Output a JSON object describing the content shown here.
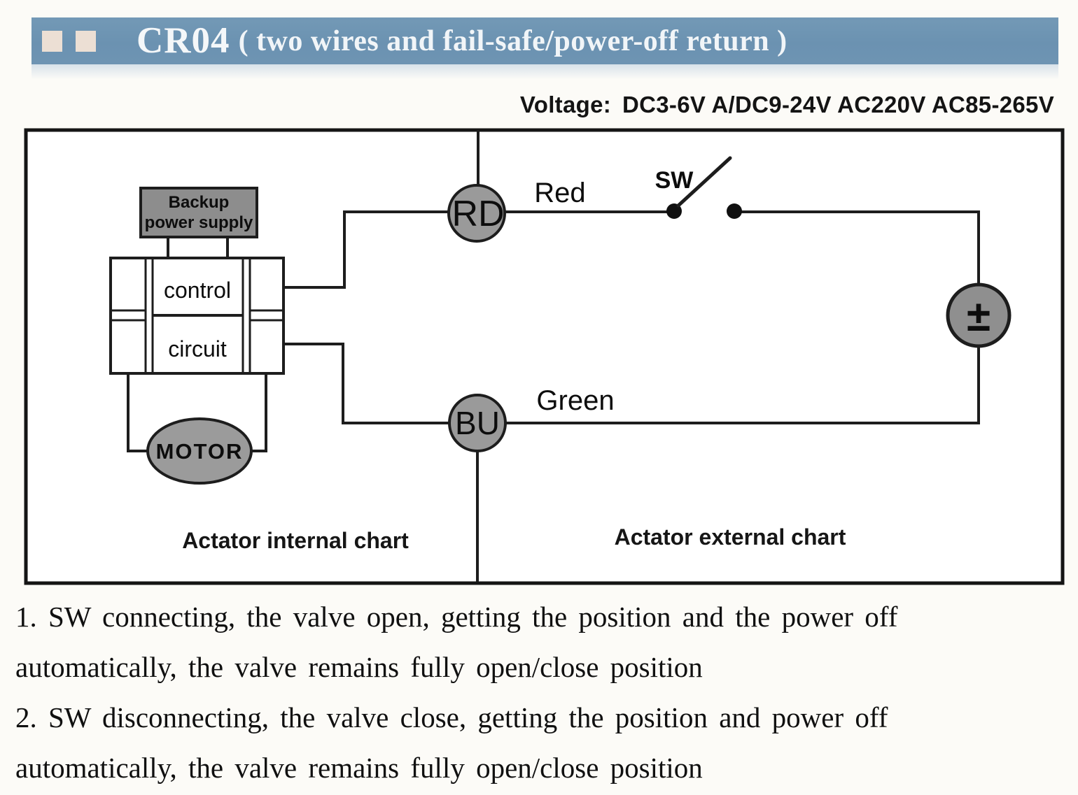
{
  "header": {
    "product_code": "CR04",
    "subtitle": "( two wires and fail-safe/power-off return )"
  },
  "voltage": {
    "label": "Voltage:",
    "value": "DC3-6V A/DC9-24V AC220V AC85-265V"
  },
  "diagram": {
    "backup_box": {
      "line1": "Backup",
      "line2": "power supply"
    },
    "control_label": "control",
    "circuit_label": "circuit",
    "motor_label": "MOTOR",
    "rd_terminal": "RD",
    "bu_terminal": "BU",
    "red_wire_label": "Red",
    "green_wire_label": "Green",
    "switch_label": "SW",
    "power_symbol": "±",
    "internal_caption": "Actator internal chart",
    "external_caption": "Actator external chart"
  },
  "notes": {
    "lines": [
      "1. SW connecting, the valve open, getting the position and the power off",
      "automatically, the valve remains fully open/close position",
      "2. SW disconnecting, the valve close, getting the position and power off",
      "automatically, the valve remains fully open/close position"
    ]
  },
  "colors": {
    "header_blue": "#6e94b3",
    "deco_square": "#ecdfd4",
    "component_gray": "#969696",
    "line_dark": "#1d1d1d"
  }
}
